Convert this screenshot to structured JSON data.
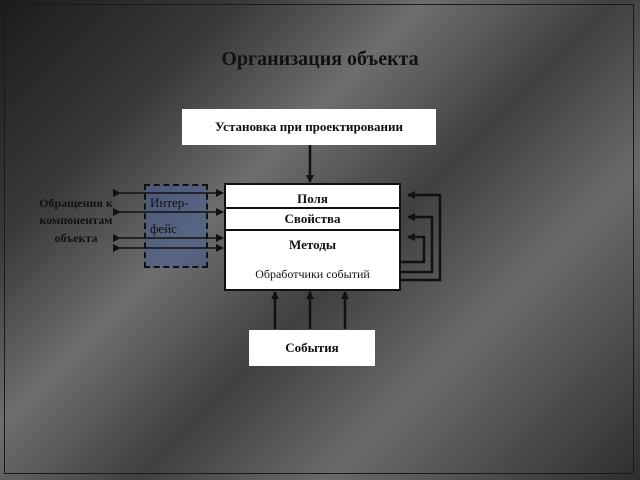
{
  "title": "Организация объекта",
  "design_setup": "Установка при проектировании",
  "component_access": [
    "Обращения к",
    "компонентам",
    "объекта"
  ],
  "interface": [
    "Интер-",
    "фейс"
  ],
  "object_parts": {
    "fields": "Поля",
    "properties": "Свойства",
    "methods": "Методы",
    "event_handlers": "Обработчики событий"
  },
  "events": "События"
}
